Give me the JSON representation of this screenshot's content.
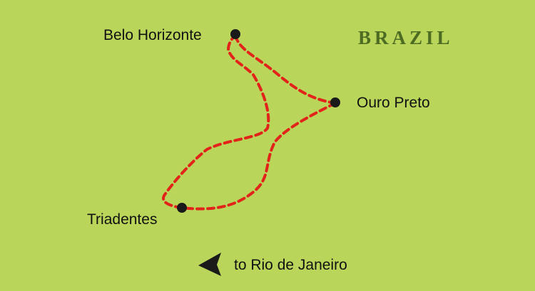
{
  "map": {
    "country": "BRAZIL",
    "colors": {
      "land": "#b9d65a",
      "route": "#e2231a",
      "city_marker": "#1a1a1a",
      "country_label": "#4d6b22"
    },
    "cities": [
      {
        "id": "belo-horizonte",
        "label": "Belo Horizonte"
      },
      {
        "id": "ouro-preto",
        "label": "Ouro Preto"
      },
      {
        "id": "triadentes",
        "label": "Triadentes"
      }
    ],
    "direction": {
      "label": "to Rio de Janeiro",
      "icon": "direction-arrow-icon"
    },
    "route": {
      "style": "dashed",
      "stops": [
        "Belo Horizonte",
        "Ouro Preto",
        "Triadentes",
        "Belo Horizonte"
      ]
    }
  }
}
